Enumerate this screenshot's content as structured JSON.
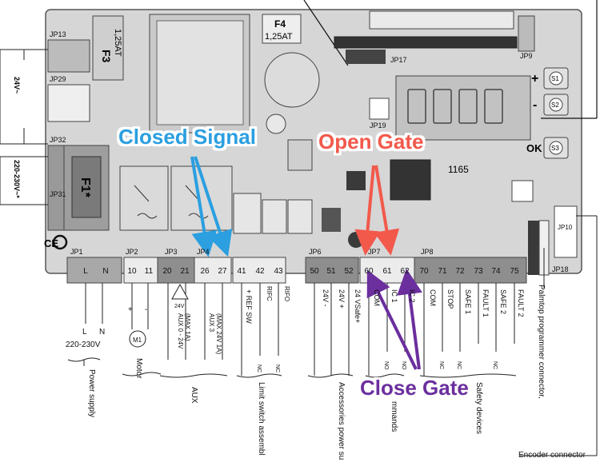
{
  "board": {
    "jumpers": [
      "JP13",
      "JP29",
      "JP32",
      "JP31",
      "JP17",
      "JP9",
      "JP19",
      "JP10",
      "JP18",
      "JP1",
      "JP2",
      "JP3",
      "JP4",
      "JP6",
      "JP7",
      "JP8"
    ],
    "fuses": {
      "f3": "F3",
      "f3_val": "1,25AT",
      "f4": "F4",
      "f4_val": "1,25AT",
      "f1": "F1*"
    },
    "part_number": "1165",
    "buttons": {
      "plus": "+",
      "minus": "-",
      "ok": "OK",
      "s1": "S1",
      "s2": "S2",
      "s3": "S3"
    },
    "ce": "CE"
  },
  "left_side": {
    "v24": "24V~",
    "v220": "220-230V~*"
  },
  "terminals": {
    "jp1": [
      "L",
      "N"
    ],
    "jp2": [
      "10",
      "11"
    ],
    "jp3": [
      "20",
      "21"
    ],
    "jp4": [
      "26",
      "27"
    ],
    "jp_limit": [
      "41",
      "42",
      "43"
    ],
    "jp6": [
      "50",
      "51",
      "52"
    ],
    "jp7": [
      "60",
      "61",
      "62"
    ],
    "jp8": [
      "70",
      "71",
      "72",
      "73",
      "74",
      "75"
    ]
  },
  "wiring": {
    "power_L": "L",
    "power_N": "N",
    "power_v": "220-230V",
    "motor_plus": "+",
    "motor_minus": "-",
    "motor_m": "M1",
    "aux_24v": "24V",
    "aux0": "AUX 0 - 24V",
    "aux0_b": "(MAX 1A)",
    "aux3": "AUX 3",
    "aux3_b": "(MAX 24V 1A)",
    "refsw": "+ REF SW",
    "rifc": "RIFC",
    "rifo": "RIFO",
    "v24m": "24V -",
    "v24p": "24V +",
    "v24safe": "24 VSafe+",
    "com": "COM",
    "ic1": "IC 1",
    "ic2": "IC 2",
    "com2": "COM",
    "stop": "STOP",
    "safe1": "SAFE 1",
    "fault1": "FAULT 1",
    "safe2": "SAFE 2",
    "fault2": "FAULT 2",
    "nc": "NC",
    "no": "NO"
  },
  "groups": {
    "power": "Power supply",
    "motor": "Motor",
    "aux": "AUX",
    "limit": "Limit switch assembl",
    "acc": "Accessories power su",
    "cmd": "mmands",
    "safety": "Safety devices",
    "palmtop": "Palmtop programmer connector,",
    "encoder": "Encoder connector"
  },
  "annotations": {
    "closed_signal": "Closed Signal",
    "open_gate": "Open Gate",
    "close_gate": "Close Gate"
  },
  "colors": {
    "board": "#d9d9d9",
    "terminal_gray": "#8c8c8c",
    "blue": "#2b9fe0",
    "red": "#f2594b",
    "purple": "#6b2f9e"
  }
}
